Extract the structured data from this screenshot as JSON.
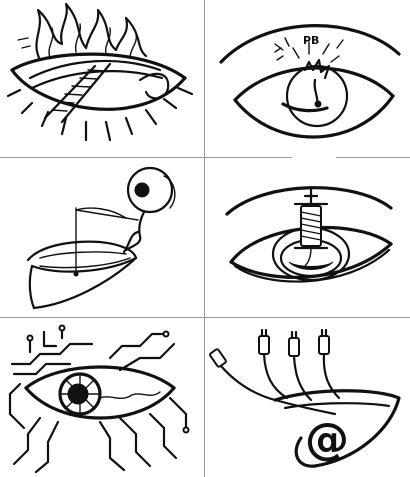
{
  "sheet": {
    "panels": [
      {
        "id": "burning-bridge-eye",
        "icon": "burning-bridge-eye-icon"
      },
      {
        "id": "exploding-eye",
        "icon": "exploding-eye-icon",
        "scribble_text": "PB"
      },
      {
        "id": "eyeball-with-net",
        "icon": "eyeball-net-icon"
      },
      {
        "id": "eye-with-spool",
        "icon": "spool-eye-icon"
      },
      {
        "id": "circuit-eye",
        "icon": "circuit-eye-icon"
      },
      {
        "id": "cables-at-symbol",
        "icon": "cables-at-icon",
        "at_symbol": "@"
      }
    ]
  }
}
